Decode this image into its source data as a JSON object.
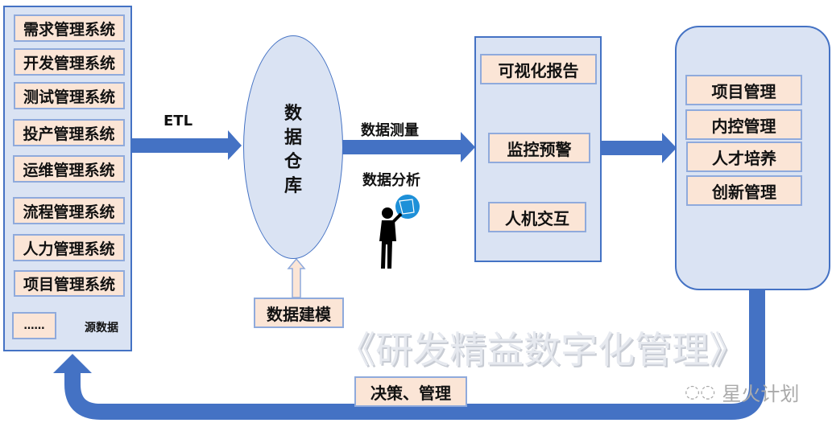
{
  "source_panel": {
    "items": [
      "需求管理系统",
      "开发管理系统",
      "测试管理系统",
      "投产管理系统",
      "运维管理系统",
      "流程管理系统",
      "人力管理系统",
      "项目管理系统"
    ],
    "more": "……",
    "caption": "源数据"
  },
  "etl_label": "ETL",
  "warehouse": {
    "label": "数据仓库"
  },
  "modeling": "数据建模",
  "measure_label": "数据测量",
  "analysis_label": "数据分析",
  "output_panel": {
    "items": [
      "可视化报告",
      "监控预警",
      "人机交互"
    ]
  },
  "management_panel": {
    "items": [
      "项目管理",
      "内控管理",
      "人才培养",
      "创新管理"
    ]
  },
  "feedback_label": "决策、管理",
  "watermark": "《研发精益数字化管理》",
  "brand": "星火计划",
  "colors": {
    "arrow": "#4472c4",
    "panel": "#dae3f3",
    "item": "#fbe5d6"
  }
}
